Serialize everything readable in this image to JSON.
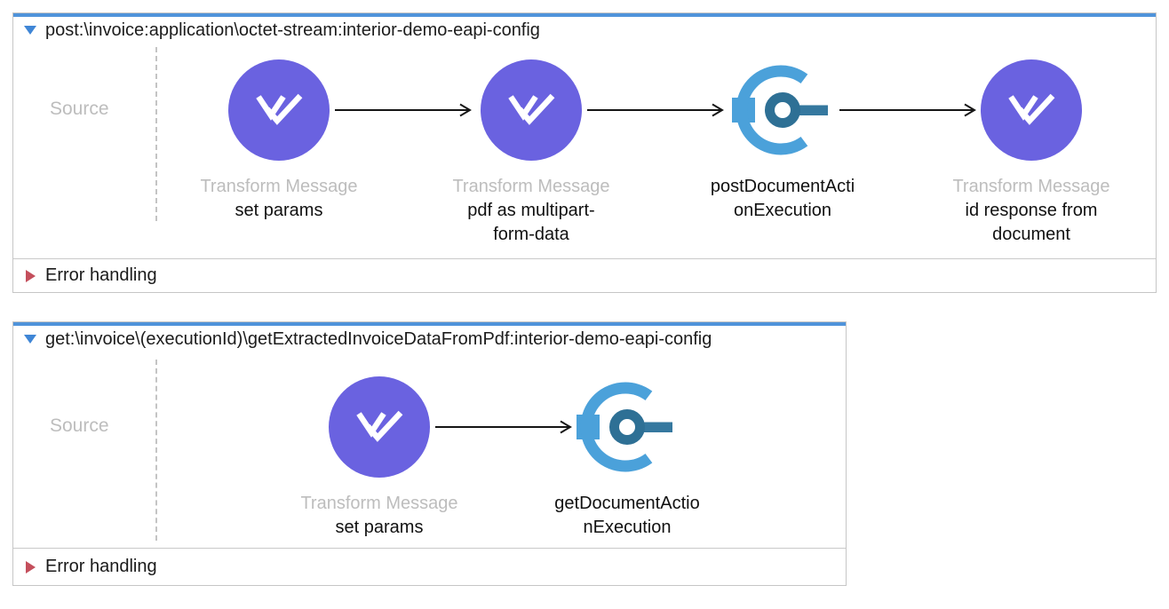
{
  "flows": [
    {
      "title": "post:\\invoice:application\\octet-stream:interior-demo-eapi-config",
      "source_label": "Source",
      "error_label": "Error handling",
      "nodes": [
        {
          "type": "transform",
          "icon": "dataweave-transform-icon",
          "subtitle": "Transform Message",
          "name": "set params"
        },
        {
          "type": "transform",
          "icon": "dataweave-transform-icon",
          "subtitle": "Transform Message",
          "name": "pdf as multipart-form-data"
        },
        {
          "type": "connector",
          "icon": "connector-operation-icon",
          "name": "postDocumentActionExecution"
        },
        {
          "type": "transform",
          "icon": "dataweave-transform-icon",
          "subtitle": "Transform Message",
          "name": "id response from document"
        }
      ]
    },
    {
      "title": "get:\\invoice\\(executionId)\\getExtractedInvoiceDataFromPdf:interior-demo-eapi-config",
      "source_label": "Source",
      "error_label": "Error handling",
      "nodes": [
        {
          "type": "transform",
          "icon": "dataweave-transform-icon",
          "subtitle": "Transform Message",
          "name": "set params"
        },
        {
          "type": "connector",
          "icon": "connector-operation-icon",
          "name": "getDocumentActionExecution"
        }
      ]
    }
  ],
  "colors": {
    "flow_accent_blue": "#4f93da",
    "collapse_arrow_blue": "#3f86d6",
    "transform_purple": "#6a62e0",
    "connector_light_blue": "#4ba1da",
    "connector_dark_blue": "#2e7095",
    "connector_bar_blue": "#35789f",
    "error_arrow_red": "#c44f5c",
    "muted_text_gray": "#bdbdbd"
  }
}
